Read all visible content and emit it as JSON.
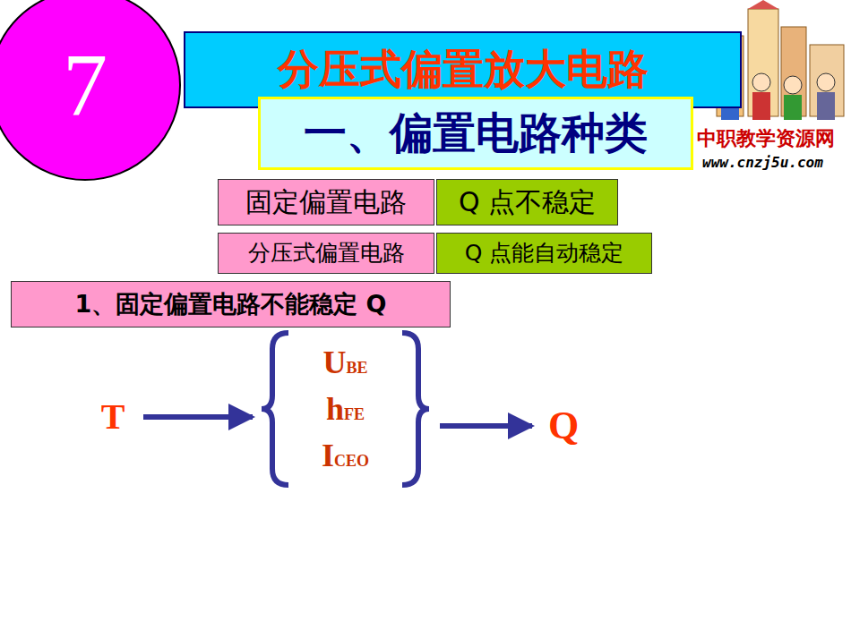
{
  "diagram": {
    "nodes": [
      {
        "text": [
          "7"
        ]
      },
      {
        "text": [
          "分压式偏置放大电路"
        ]
      },
      {
        "text": [
          "一、偏置电路种类"
        ]
      },
      {
        "text": [
          "固定偏置电路"
        ]
      },
      {
        "text": [
          "Q 点不稳定"
        ]
      },
      {
        "text": [
          "分压式偏置电路"
        ]
      },
      {
        "text": [
          "Q 点能自动稳定"
        ]
      },
      {
        "text": [
          "1、固定偏置电路不能稳定 Q"
        ]
      },
      {
        "text": [
          "T"
        ]
      },
      {
        "text": [
          "UBE",
          "hFE",
          "ICEO"
        ]
      },
      {
        "text": [
          "Q"
        ]
      }
    ],
    "edges": [
      {
        "from": 8,
        "to": 9,
        "arrow": "to"
      },
      {
        "from": 9,
        "to": 10,
        "arrow": "to"
      }
    ],
    "labels": [
      "中职教学资源网",
      "www.cnzj5u.com"
    ]
  }
}
